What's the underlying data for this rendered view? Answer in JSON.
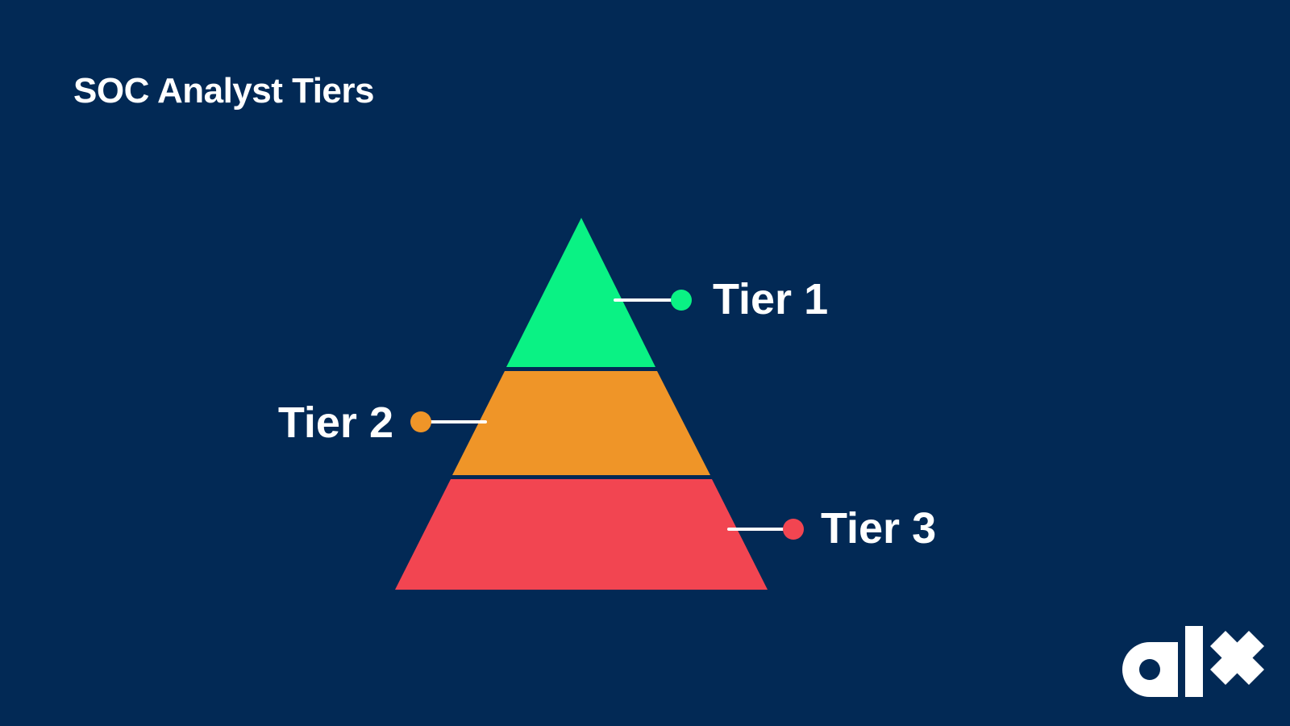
{
  "title": "SOC Analyst Tiers",
  "colors": {
    "background": "#022955",
    "tier_1": "#0AF284",
    "tier_2": "#EF9528",
    "tier_3": "#F24551",
    "text": "#FFFFFF"
  },
  "tiers": [
    {
      "label": "Tier 1",
      "color": "#0AF284"
    },
    {
      "label": "Tier 2",
      "color": "#EF9528"
    },
    {
      "label": "Tier 3",
      "color": "#F24551"
    }
  ],
  "logo": {
    "text": "alx"
  }
}
